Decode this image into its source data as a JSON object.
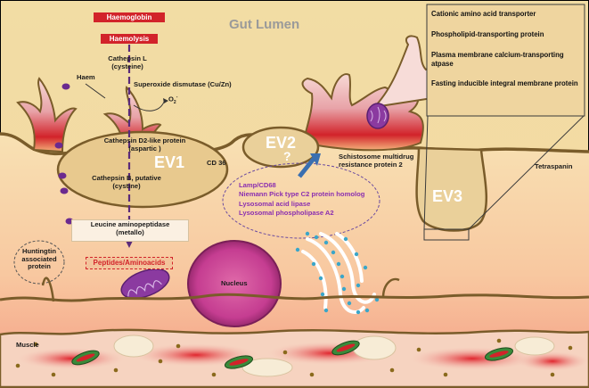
{
  "title": "Gut Lumen",
  "hemoglobin_pathway": {
    "haemoglobin": "Haemoglobin",
    "haemolysis": "Haemolysis",
    "cathepsin_l": "Cathepsin L\n(cysteine)",
    "haem": "Haem",
    "superoxide_dismutase": "Superoxide dismutase (Cu/Zn)",
    "superoxide": "O",
    "superoxide_sub": "2",
    "superoxide_sup": "-",
    "cathepsin_d2": "Cathepsin D2-like protein\n(aspartic )",
    "cathepsin_b": "Cathepsin B, putative\n(cystine)",
    "leucine_aminopeptidase": "Leucine aminopeptidase\n(metallo)",
    "peptides": "Peptides/Aminoacids"
  },
  "vesicles": {
    "ev1": "EV1",
    "ev2": "EV2",
    "ev3": "EV3",
    "question": "?"
  },
  "labels": {
    "cd36": "CD 36",
    "schistosome": "Schistosome multidrug\nresistance protein 2",
    "tetraspanin": "Tetraspanin",
    "huntingtin": "Huntingtin\nassociated\nprotein",
    "nucleus": "Nucleus",
    "muscle": "Muscle"
  },
  "lysosomal_proteins": [
    "Lamp/CD68",
    "Niemann Pick type C2 protein homolog",
    "Lysosomal acid lipase",
    "Lysosomal phospholipase A2"
  ],
  "ev3_proteins": [
    "Cationic amino acid transporter",
    "Phospholipid-transporting protein",
    "Plasma membrane calcium-transporting atpase",
    "Fasting inducible integral membrane protein"
  ],
  "colors": {
    "cell": "#f7d6a6",
    "lumen": "#eed8a0",
    "red": "#d2232a",
    "purple": "#8b2fb0",
    "nucleus": "#c53d91",
    "er": "#3aa6c9"
  }
}
